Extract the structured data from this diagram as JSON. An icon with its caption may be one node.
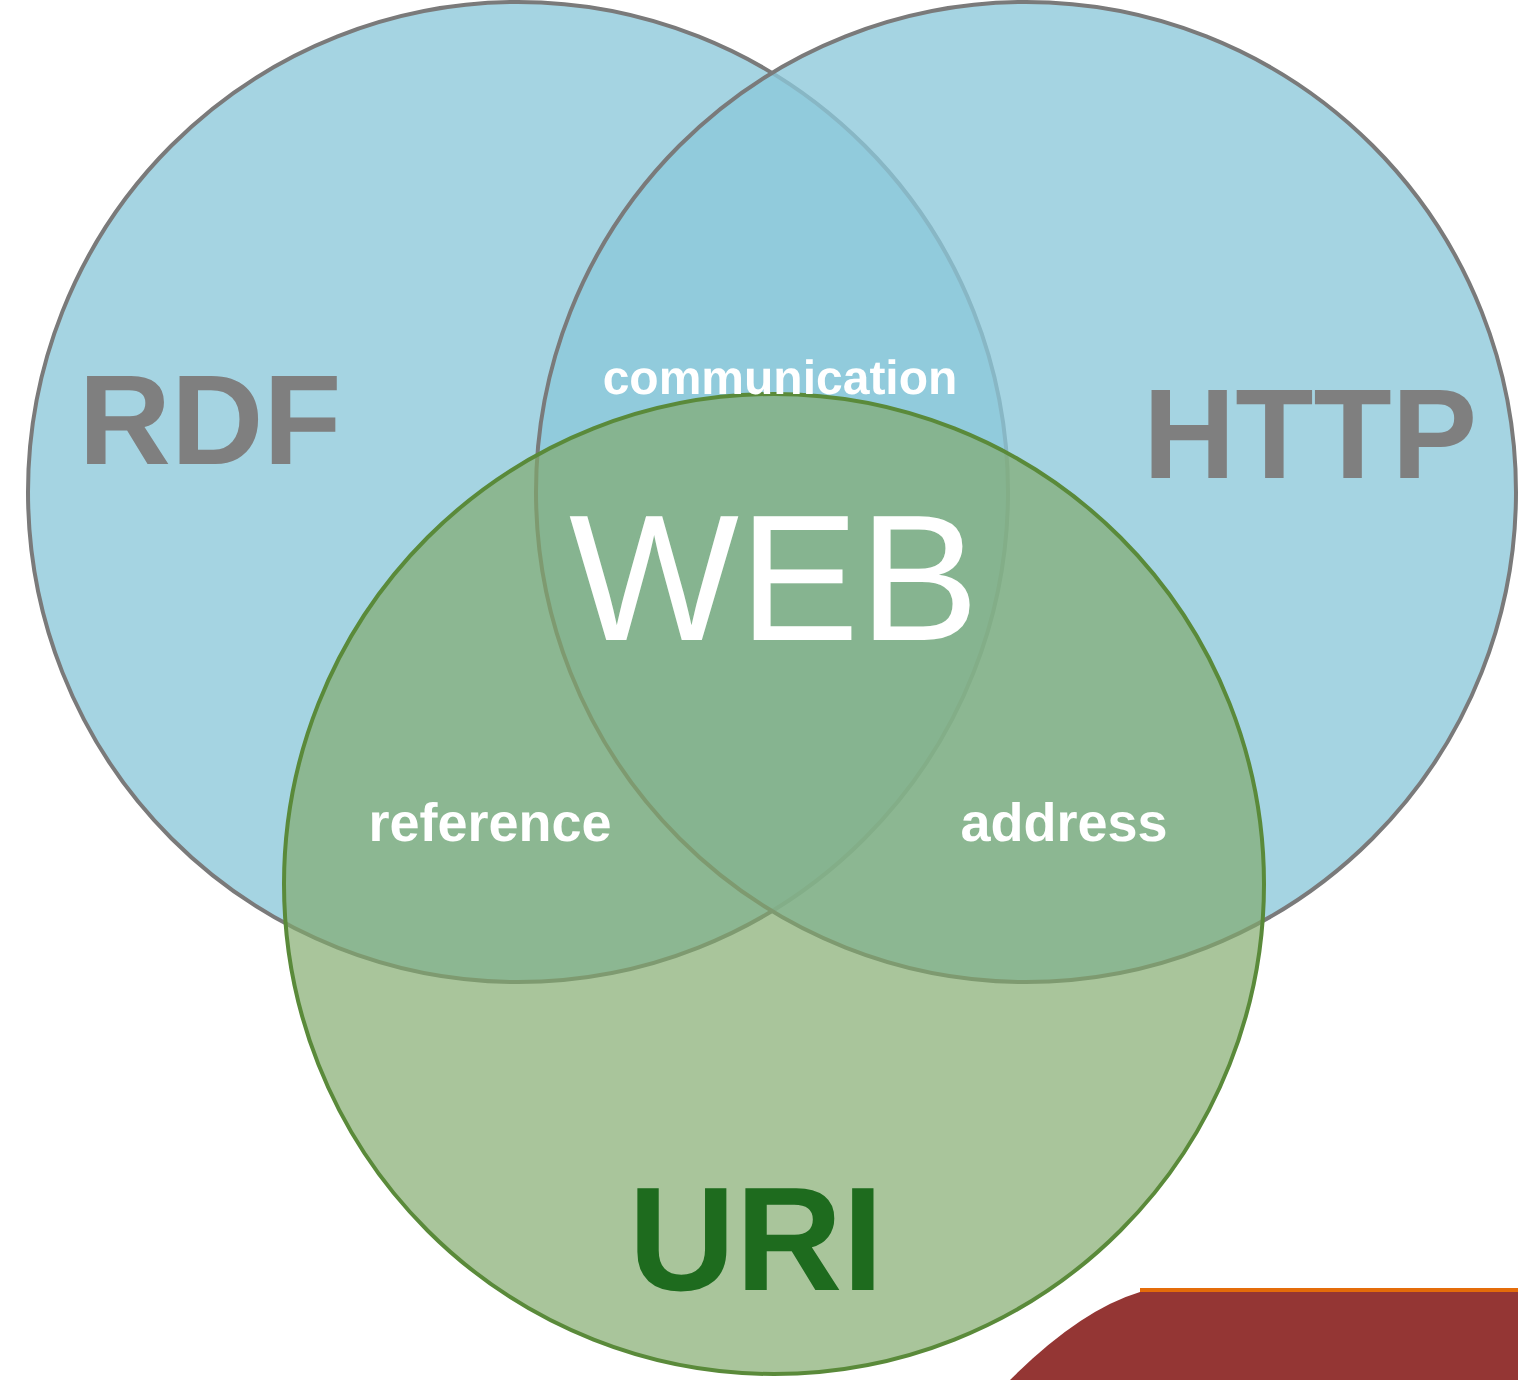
{
  "diagram": {
    "nodes": [
      {
        "text": [
          "RDF"
        ]
      },
      {
        "text": [
          "HTTP"
        ]
      },
      {
        "text": [
          "URI"
        ]
      }
    ],
    "edges": [],
    "labels": [
      "communication",
      "WEB",
      "reference",
      "address"
    ]
  }
}
